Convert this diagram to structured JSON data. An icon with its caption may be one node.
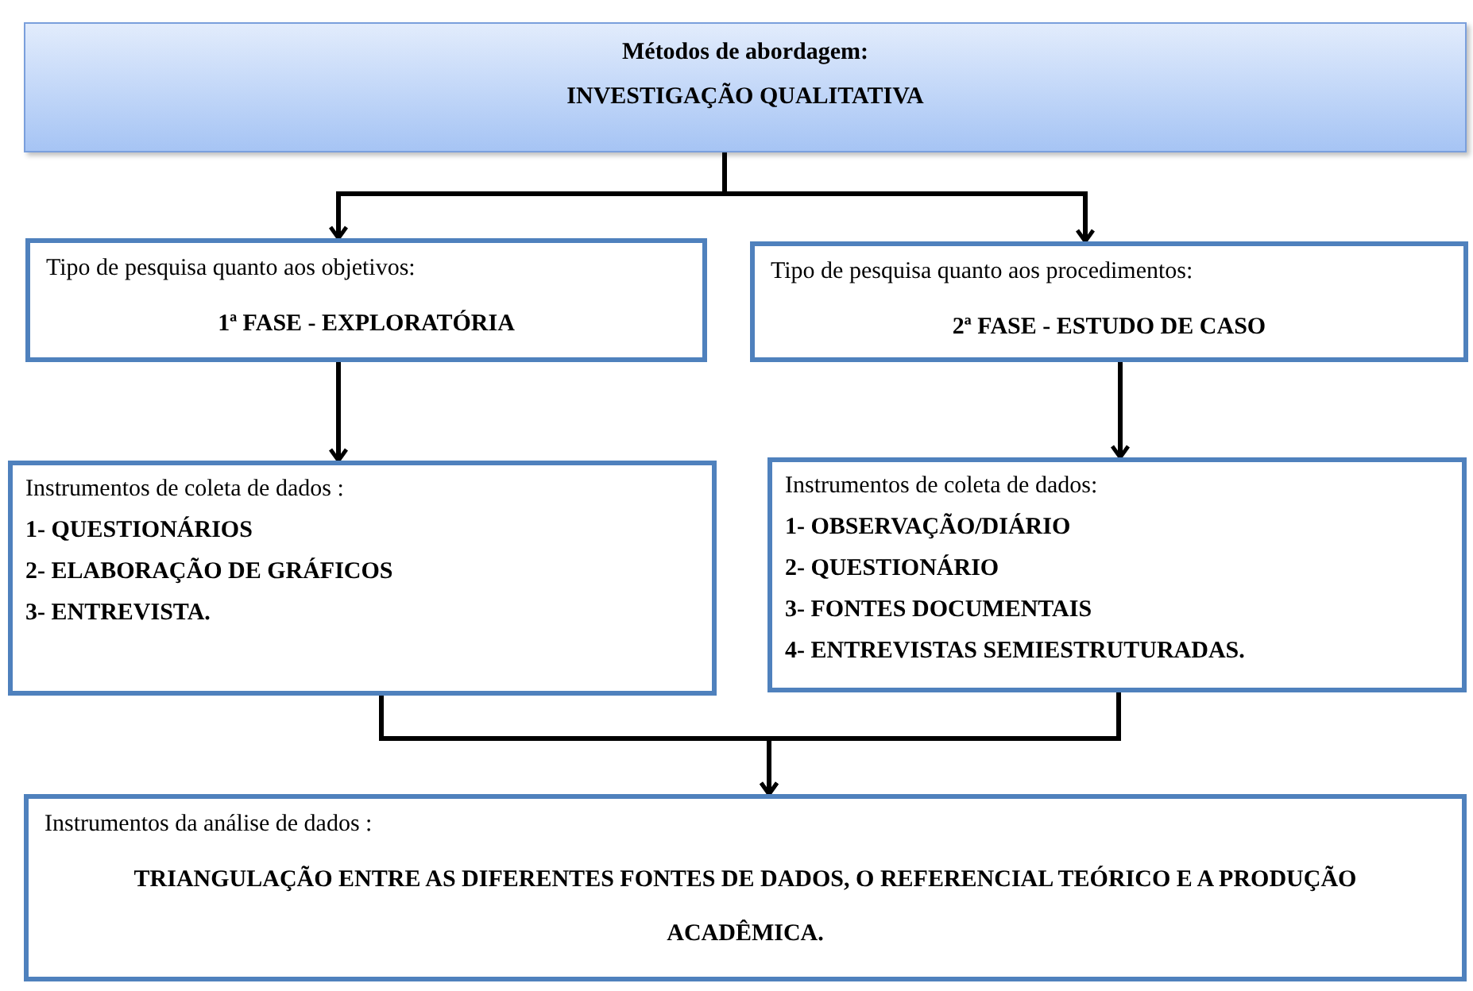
{
  "diagram": {
    "nodes": [
      {
        "text": [
          "Métodos de abordagem:",
          "INVESTIGAÇÃO  QUALITATIVA"
        ]
      },
      {
        "text": [
          "Tipo de pesquisa quanto aos objetivos:",
          "1ª FASE - EXPLORATÓRIA"
        ]
      },
      {
        "text": [
          "Tipo de pesquisa quanto aos procedimentos:",
          "2ª FASE - ESTUDO DE CASO"
        ]
      },
      {
        "text": [
          "Instrumentos de coleta de dados :",
          "1- QUESTIONÁRIOS",
          "2- ELABORAÇÃO  DE GRÁFICOS",
          "3- ENTREVISTA."
        ]
      },
      {
        "text": [
          "Instrumentos de coleta de dados:",
          "1- OBSERVAÇÃO/DIÁRIO",
          "2- QUESTIONÁRIO",
          "3- FONTES  DOCUMENTAIS",
          "4- ENTREVISTAS  SEMIESTRUTURADAS."
        ]
      },
      {
        "text": [
          "Instrumentos da  análise de dados :",
          "TRIANGULAÇÃO  ENTRE AS DIFERENTES  FONTES DE DADOS, O REFERENCIAL  TEÓRICO  E A PRODUÇÃO ACADÊMICA."
        ]
      }
    ],
    "edges": [
      {
        "from": 0,
        "to": 1,
        "arrow": "to"
      },
      {
        "from": 0,
        "to": 2,
        "arrow": "to"
      },
      {
        "from": 1,
        "to": 3,
        "arrow": "to"
      },
      {
        "from": 2,
        "to": 4,
        "arrow": "to"
      },
      {
        "from": 3,
        "to": 5,
        "arrow": "to"
      },
      {
        "from": 4,
        "to": 5,
        "arrow": "to"
      }
    ]
  }
}
